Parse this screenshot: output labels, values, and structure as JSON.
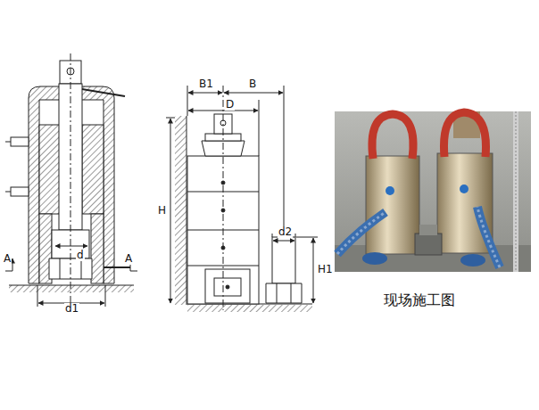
{
  "diagram": {
    "caption": "现场施工图",
    "labels": [
      "A",
      "d",
      "A",
      "d1",
      "B1",
      "B",
      "D",
      "H",
      "d2",
      "H1"
    ]
  }
}
